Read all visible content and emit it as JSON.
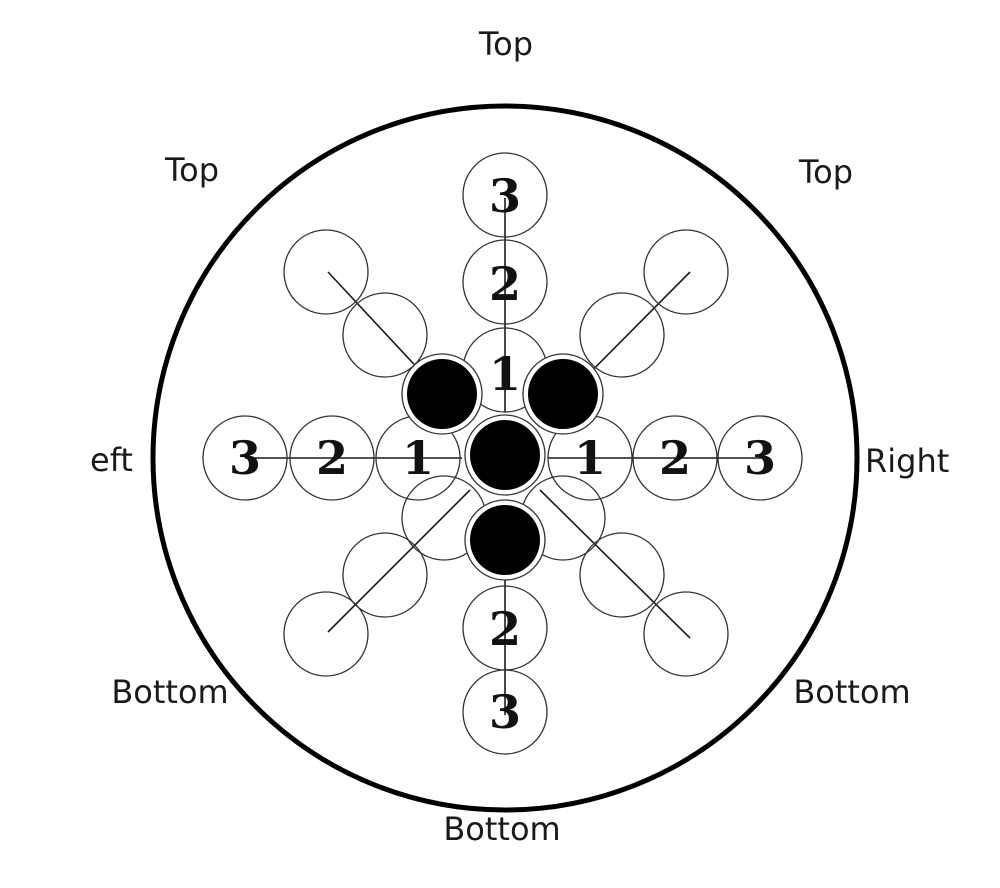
{
  "direction_labels": {
    "top": "Top",
    "top_left": "Top",
    "top_right": "Top",
    "left": "eft",
    "right": "Right",
    "bottom_left": "Bottom",
    "bottom_right": "Bottom",
    "bottom": "Bottom"
  },
  "position_numbers": {
    "up_3": "3",
    "up_2": "2",
    "up_1": "1",
    "left_3": "3",
    "left_2": "2",
    "left_1": "1",
    "right_1": "1",
    "right_2": "2",
    "right_3": "3",
    "down_2": "2",
    "down_3": "3"
  },
  "filled_positions_count": 4,
  "colors": {
    "outline": "#000000",
    "filled": "#000000",
    "empty": "#ffffff"
  }
}
